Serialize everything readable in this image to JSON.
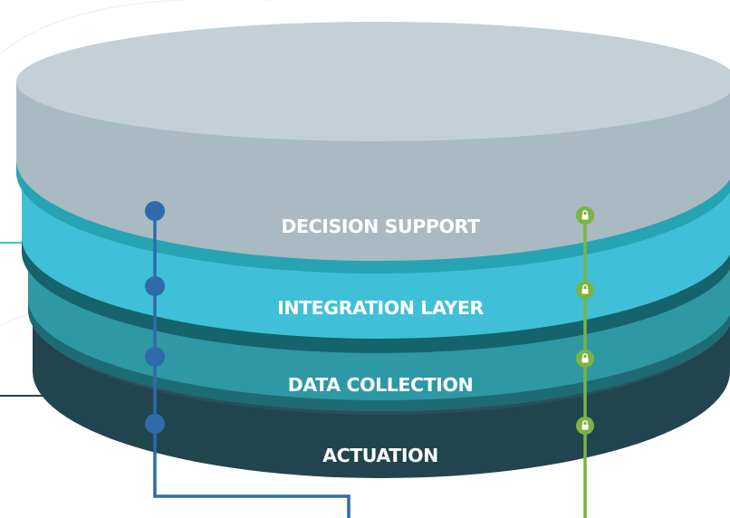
{
  "diagram": {
    "layers": [
      {
        "label": "DECISION SUPPORT",
        "color": "#bccbd2"
      },
      {
        "label": "INTEGRATION LAYER",
        "color": "#3fc0d8"
      },
      {
        "label": "DATA COLLECTION",
        "color": "#2e98a5"
      },
      {
        "label": "ACTUATION",
        "color": "#21444f"
      }
    ],
    "connectors": {
      "left_line_color": "#2f6bab",
      "right_line_color": "#7cb342",
      "lock_icon": "lock-icon"
    }
  }
}
